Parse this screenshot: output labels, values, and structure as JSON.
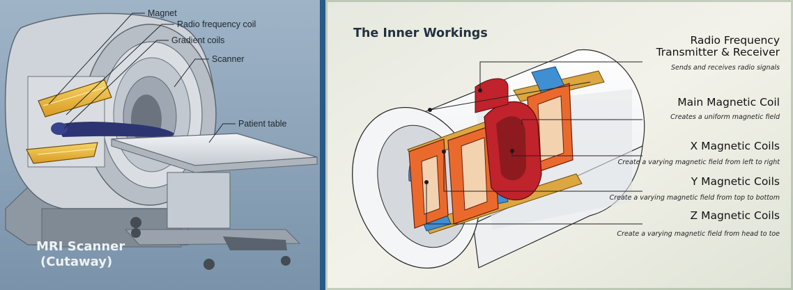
{
  "left_panel": {
    "callouts": [
      "Magnet",
      "Radio frequency coil",
      "Gradient coils",
      "Scanner",
      "Patient table"
    ],
    "caption_line1": "MRI Scanner",
    "caption_line2": "(Cutaway)"
  },
  "right_panel": {
    "title": "The Inner Workings",
    "components": [
      {
        "heading_line1": "Radio Frequency",
        "heading_line2": "Transmitter & Receiver",
        "description": "Sends and receives radio signals"
      },
      {
        "heading_line1": "Main Magnetic Coil",
        "heading_line2": "",
        "description": "Creates a uniform magnetic field"
      },
      {
        "heading_line1": "X Magnetic Coils",
        "heading_line2": "",
        "description": "Create a varying magnetic field from left to right"
      },
      {
        "heading_line1": "Y Magnetic Coils",
        "heading_line2": "",
        "description": "Create a varying magnetic field from top to bottom"
      },
      {
        "heading_line1": "Z Magnetic Coils",
        "heading_line2": "",
        "description": "Create a varying magnetic field from head to toe"
      }
    ]
  },
  "colors": {
    "divider": "#2a5a86",
    "left_background": "#8fa6bb",
    "scanner_shell": "#cdd2d8",
    "magnet_gold": "#e7b43a",
    "coil_orange": "#ea6a2e",
    "coil_red": "#c0232b",
    "coil_blue": "#3f8fd3",
    "coil_yellow": "#dca640"
  }
}
